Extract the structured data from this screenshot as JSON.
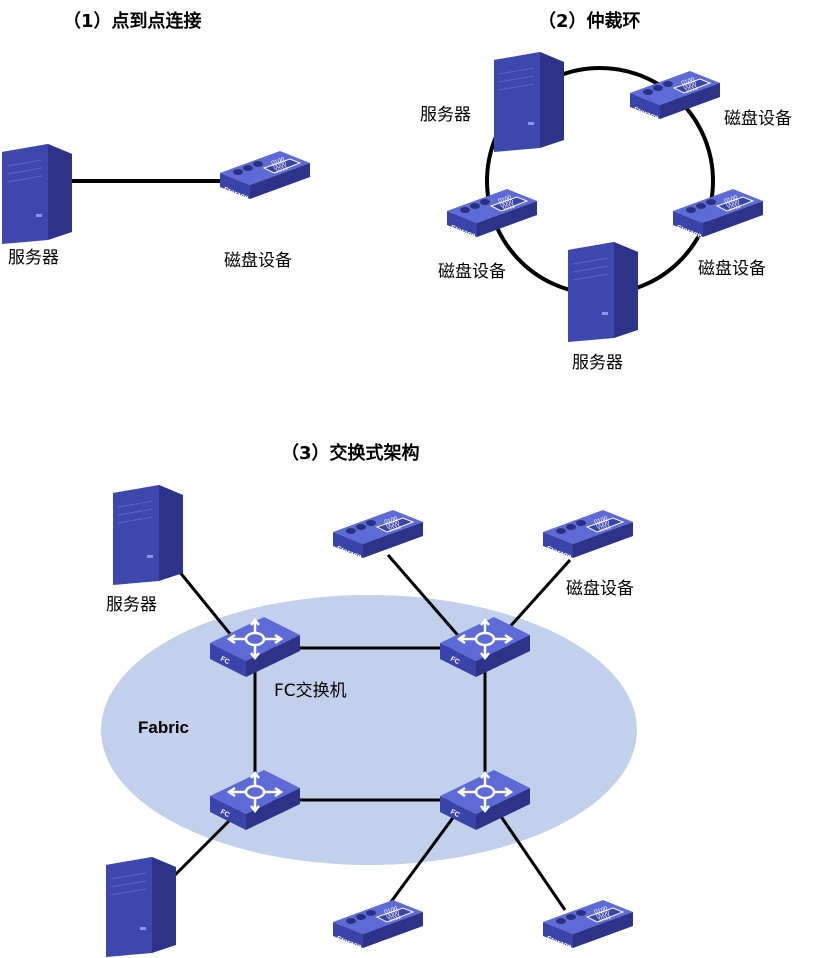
{
  "colors": {
    "device_top": "#5E6BD6",
    "device_front": "#3A43A8",
    "device_side": "#2C3388",
    "fabric_fill": "#C3D0EB",
    "line": "#000000"
  },
  "icons": {
    "server": "server-tower-icon",
    "storage": "storage-disk-icon",
    "switch": "fc-switch-icon"
  },
  "device_text": {
    "storage": "Storage",
    "bits": [
      "0100",
      "0000",
      "1011"
    ],
    "switch": "FC"
  },
  "section1": {
    "title": "（1）点到点连接",
    "server_label": "服务器",
    "disk_label": "磁盘设备"
  },
  "section2": {
    "title": "（2）仲裁环",
    "server_top_label": "服务器",
    "server_bottom_label": "服务器",
    "disk_top_right_label": "磁盘设备",
    "disk_left_label": "磁盘设备",
    "disk_right_label": "磁盘设备"
  },
  "section3": {
    "title": "（3）交换式架构",
    "server_label": "服务器",
    "disk_label": "磁盘设备",
    "switch_label": "FC交换机",
    "fabric_label": "Fabric"
  }
}
